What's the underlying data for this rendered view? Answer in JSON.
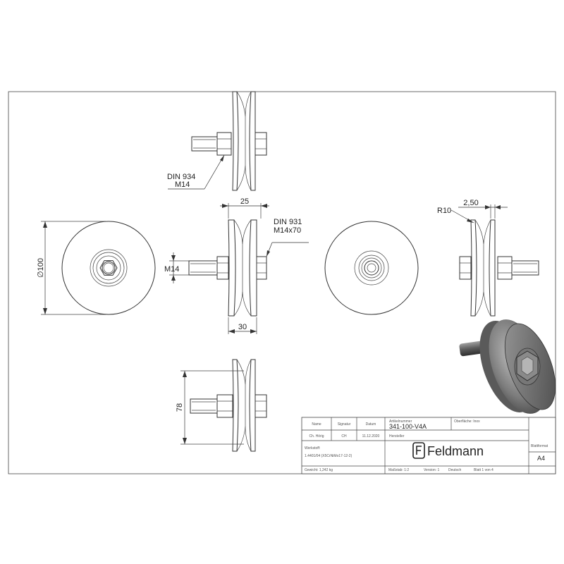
{
  "dimensions": {
    "din934": "DIN 934",
    "din934_thread": "M14",
    "width_25": "25",
    "din931": "DIN 931",
    "din931_size": "M14x70",
    "diameter": "∅100",
    "thread_m14": "M14",
    "width_30": "30",
    "height_78": "78",
    "radius": "R10",
    "groove": "2,50"
  },
  "title_block": {
    "headers": {
      "name": "Name",
      "signature": "Signatur",
      "date": "Datum",
      "article_no": "Artikelnummer",
      "surface": "Oberfläche: Inox",
      "material": "Werkstoff:",
      "manufacturer": "Hersteller",
      "sheet_format": "Blattformat"
    },
    "values": {
      "name": "Ch. Hörig",
      "signature": "CH",
      "date": "11.12.2020",
      "article_no": "341-100-V4A",
      "material_spec": "1.4401/04 (X5CrNiMo17-12-2)",
      "sheet_format": "A4",
      "weight": "Gewicht: 1,242 kg",
      "scale": "Maßstab: 1:2",
      "version": "Version: 1",
      "language": "Deutsch",
      "sheet": "Blatt 1 von 4"
    },
    "brand": "Feldmann",
    "brand_icon": "feldmann-logo-icon"
  }
}
